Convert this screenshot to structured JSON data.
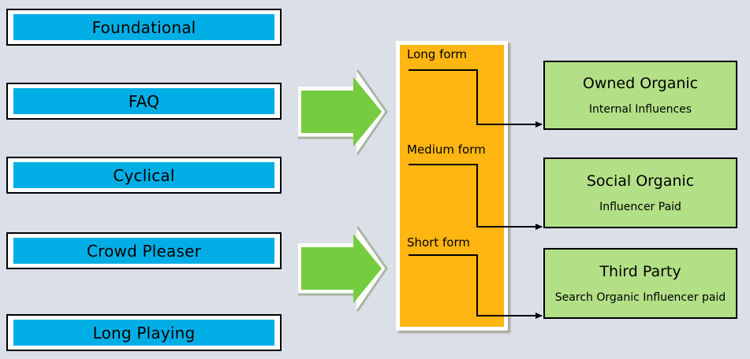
{
  "diagram": {
    "background_color": "#dadfe8",
    "content_types": {
      "fill_color": "#00aee5",
      "items": [
        {
          "label": "Foundational"
        },
        {
          "label": "FAQ"
        },
        {
          "label": "Cyclical"
        },
        {
          "label": "Crowd Pleaser"
        },
        {
          "label": "Long Playing"
        }
      ]
    },
    "arrows": {
      "color": "#76cc3f",
      "items": [
        {
          "name": "upper-arrow"
        },
        {
          "name": "lower-arrow"
        }
      ]
    },
    "form_column": {
      "fill_color": "#ffb612",
      "items": [
        {
          "label": "Long form"
        },
        {
          "label": "Medium form"
        },
        {
          "label": "Short form"
        }
      ]
    },
    "channels": {
      "fill_color": "#b3e087",
      "items": [
        {
          "title": "Owned Organic",
          "subtitle": "Internal Influences"
        },
        {
          "title": "Social Organic",
          "subtitle": "Influencer Paid"
        },
        {
          "title": "Third Party",
          "subtitle": "Search Organic Influencer paid"
        }
      ]
    }
  }
}
